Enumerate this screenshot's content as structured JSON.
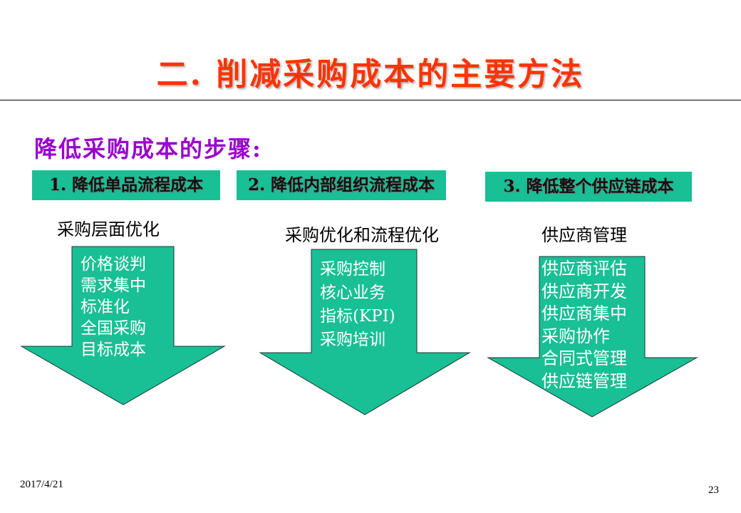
{
  "title": "二. 削减采购成本的主要方法",
  "subtitle": "降低采购成本的步骤:",
  "steps": [
    {
      "label": "1. 降低单品流程成本",
      "caption": "采购层面优化",
      "items": [
        "价格谈判",
        "需求集中",
        "标准化",
        "全国采购",
        "目标成本"
      ]
    },
    {
      "label": "2. 降低内部组织流程成本",
      "caption": "采购优化和流程优化",
      "items": [
        "采购控制",
        "核心业务",
        "指标(KPI)",
        "采购培训"
      ]
    },
    {
      "label": "3. 降低整个供应链成本",
      "caption": "供应商管理",
      "items": [
        "供应商评估",
        "供应商开发",
        "供应商集中",
        "采购协作",
        "合同式管理",
        "供应链管理"
      ]
    }
  ],
  "footer": {
    "date": "2017/4/21",
    "page": "23"
  },
  "colors": {
    "accent": "#19bf95",
    "title": "#ff3300",
    "subtitle": "#9900cc"
  }
}
